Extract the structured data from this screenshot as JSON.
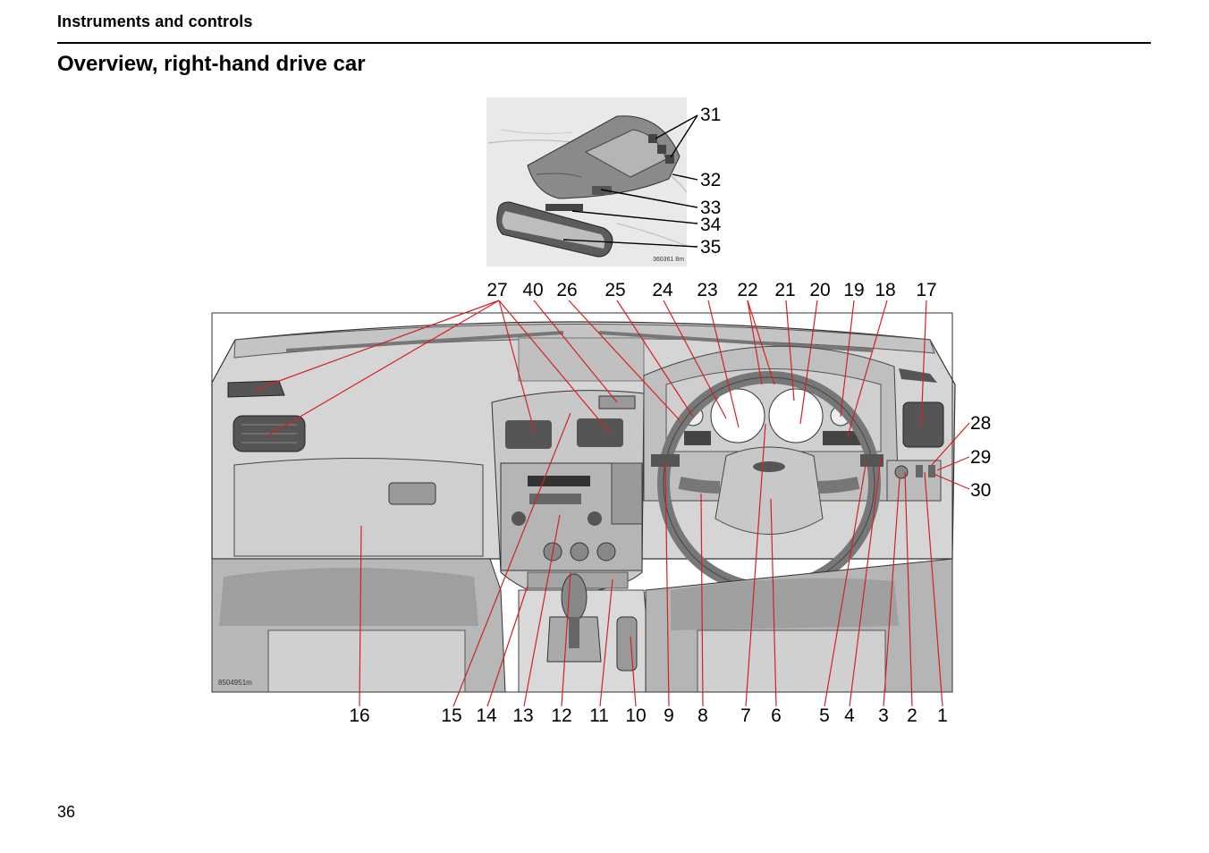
{
  "header": {
    "section": "Instruments and controls",
    "title": "Overview, right-hand drive car"
  },
  "page_number": "36",
  "figure": {
    "inset_code": "360361 8m",
    "main_code": "8504951m",
    "top_labels": [
      "27",
      "40",
      "26",
      "25",
      "24",
      "23",
      "22",
      "21",
      "20",
      "19",
      "18",
      "17"
    ],
    "bottom_labels": [
      "16",
      "15",
      "14",
      "13",
      "12",
      "11",
      "10",
      "9",
      "8",
      "7",
      "6",
      "5",
      "4",
      "3",
      "2",
      "1"
    ],
    "right_labels": [
      "28",
      "29",
      "30"
    ],
    "inset_labels": [
      "31",
      "32",
      "33",
      "34",
      "35"
    ]
  }
}
